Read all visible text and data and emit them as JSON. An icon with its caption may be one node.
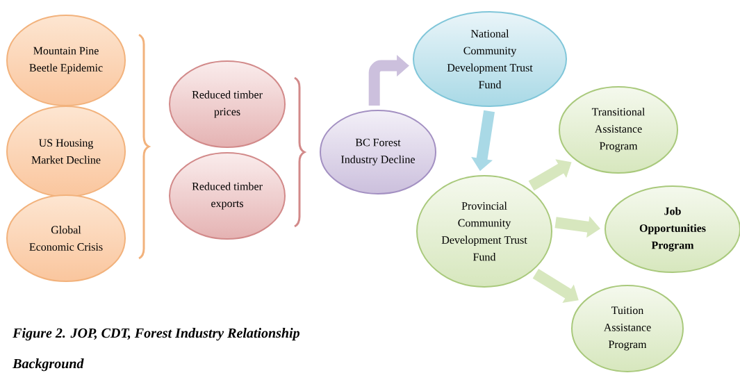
{
  "diagram": {
    "caption": "Figure 2.  JOP, CDT, Forest Industry Relationship",
    "nodes": [
      {
        "text": [
          "Mountain Pine Beetle Epidemic"
        ]
      },
      {
        "text": [
          "US Housing Market Decline"
        ]
      },
      {
        "text": [
          "Global Economic Crisis"
        ]
      },
      {
        "text": [
          "Reduced timber prices"
        ]
      },
      {
        "text": [
          "Reduced timber exports"
        ]
      },
      {
        "text": [
          "BC Forest Industry Decline"
        ]
      },
      {
        "text": [
          "National Community Development Trust Fund"
        ]
      },
      {
        "text": [
          "Provincial Community Development Trust Fund"
        ]
      },
      {
        "text": [
          "Transitional Assistance Program"
        ]
      },
      {
        "text": [
          "Job Opportunities Program"
        ]
      },
      {
        "text": [
          "Tuition Assistance Program"
        ]
      }
    ],
    "edges": [
      {
        "from": 5,
        "to": 6,
        "arrow": "to"
      },
      {
        "from": 6,
        "to": 7,
        "arrow": "to"
      },
      {
        "from": 7,
        "to": 8,
        "arrow": "to"
      },
      {
        "from": 7,
        "to": 9,
        "arrow": "to"
      },
      {
        "from": 7,
        "to": 10,
        "arrow": "to"
      }
    ],
    "labels": [
      "Background"
    ]
  }
}
